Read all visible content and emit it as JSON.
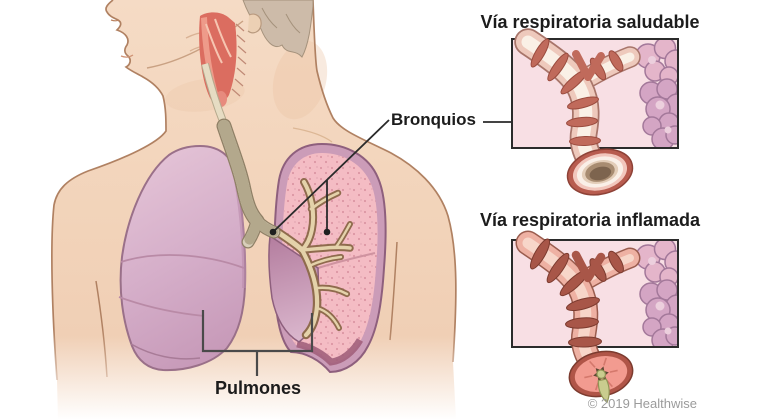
{
  "panels": {
    "healthy": {
      "title": "Vía respiratoria saludable"
    },
    "inflamed": {
      "title": "Vía respiratoria inflamada"
    }
  },
  "annotations": {
    "bronchi": "Bronquios",
    "lungs": "Pulmones"
  },
  "footer": {
    "copyright": "© 2019 Healthwise"
  },
  "colors": {
    "panel-bg": "#f8dfe4",
    "panel-border": "#2b2b2b",
    "band-healthy": "#c06a5b",
    "band-inflamed": "#a85648",
    "alveoli": "#d4a5c4",
    "alveoli-light": "#e4b5ca",
    "mucus": "#c9cc8e",
    "line": "#2a2a2a",
    "text": "#1c1c1c",
    "copyright": "#9b9b9b"
  }
}
